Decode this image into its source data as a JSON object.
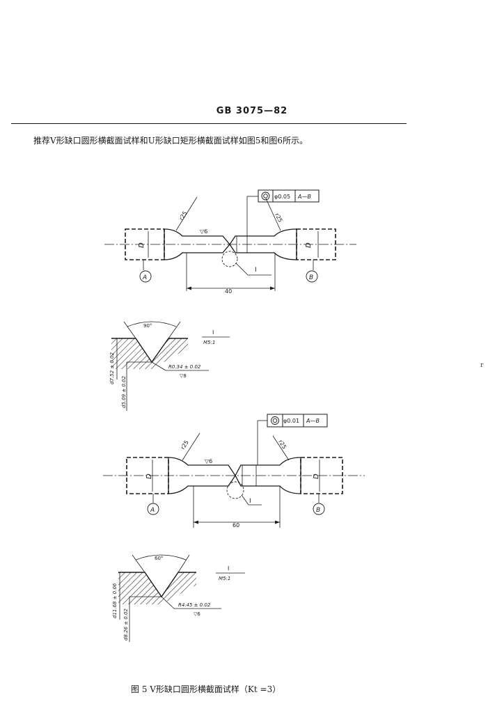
{
  "header": "GB 3075—82",
  "intro": "推荐V形缺口圆形横截面试样和U形缺口矩形横截面试样如图5和图6所示。",
  "caption": "图 5   V形缺口圆形横截面试样（Kt =3）",
  "stray_mark": "r",
  "specimen1": {
    "tolerance_value": "φ0.05",
    "datum_ref": "A—B",
    "radius_left": "r25",
    "radius_right": "r25",
    "roughness": "▽6",
    "diameter_left": "D",
    "diameter_right": "D",
    "datum_a": "A",
    "datum_b": "B",
    "detail_ref": "I",
    "length": "40"
  },
  "detail1": {
    "angle": "90°",
    "ref": "I",
    "scale": "M5:1",
    "dim_outer": "d7.52 ± 0.02",
    "dim_inner": "d5.09 ± 0.02",
    "notch_radius": "R0.34 ± 0.02",
    "roughness": "▽8"
  },
  "specimen2": {
    "tolerance_value": "φ0.01",
    "datum_ref": "A—B",
    "radius_left": "r25",
    "radius_right": "r25",
    "roughness": "▽6",
    "diameter_left": "D",
    "diameter_right": "D",
    "datum_a": "A",
    "datum_b": "B",
    "detail_ref": "I",
    "length": "60"
  },
  "detail2": {
    "angle": "60°",
    "ref": "I",
    "scale": "M5:1",
    "dim_outer": "d11.68 ± 0.06",
    "dim_inner": "d8.26 ± 0.02",
    "notch_radius": "R4.45 ± 0.02",
    "roughness": "▽6"
  }
}
